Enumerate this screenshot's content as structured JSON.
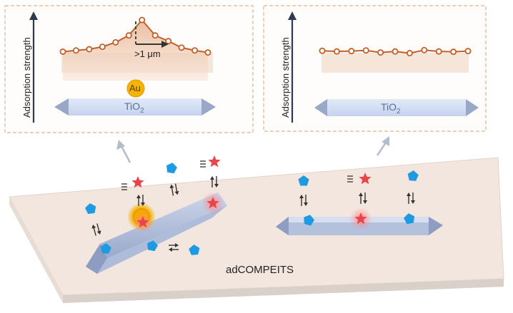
{
  "left_panel": {
    "y_axis_label": "Adsorption strength",
    "scale_label": ">1 μm",
    "particle_label": "Au",
    "rod_label": "TiO",
    "rod_subscript": "2",
    "profile": [
      0.22,
      0.25,
      0.28,
      0.34,
      0.45,
      0.62,
      1.0,
      0.62,
      0.48,
      0.32,
      0.25,
      0.2
    ],
    "line_color": "#c0602a"
  },
  "right_panel": {
    "y_axis_label": "Adsorption strength",
    "rod_label": "TiO",
    "rod_subscript": "2",
    "profile": [
      0.35,
      0.33,
      0.34,
      0.36,
      0.3,
      0.33,
      0.28,
      0.37,
      0.33,
      0.32,
      0.34
    ],
    "line_color": "#c0602a"
  },
  "bottom_scene": {
    "platform_label": "adCOMPEITS",
    "molecule_color": "#1e9be0",
    "star_color": "#e8464b"
  }
}
